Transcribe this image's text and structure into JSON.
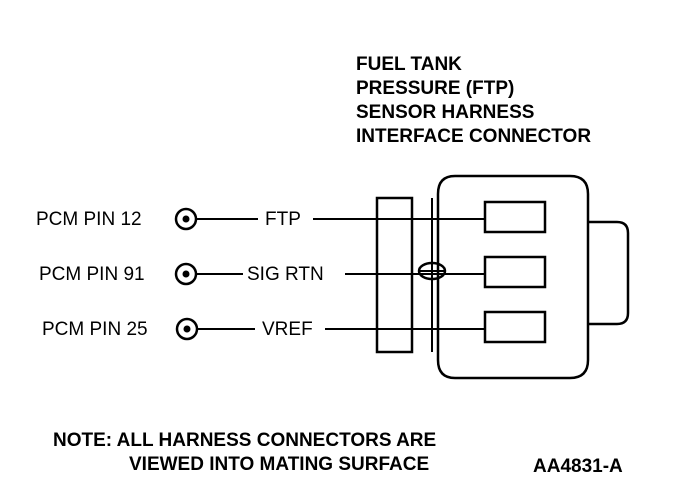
{
  "title_lines": [
    "FUEL TANK",
    "PRESSURE (FTP)",
    "SENSOR HARNESS",
    "INTERFACE CONNECTOR"
  ],
  "circuits": [
    {
      "pin_label": "PCM PIN 12",
      "signal_label": "FTP"
    },
    {
      "pin_label": "PCM PIN 91",
      "signal_label": "SIG RTN"
    },
    {
      "pin_label": "PCM PIN 25",
      "signal_label": "VREF"
    }
  ],
  "note_lines": [
    "NOTE: ALL HARNESS CONNECTORS ARE",
    "VIEWED INTO MATING SURFACE"
  ],
  "figure_id": "AA4831-A",
  "colors": {
    "ink": "#000000",
    "paper": "#ffffff"
  }
}
